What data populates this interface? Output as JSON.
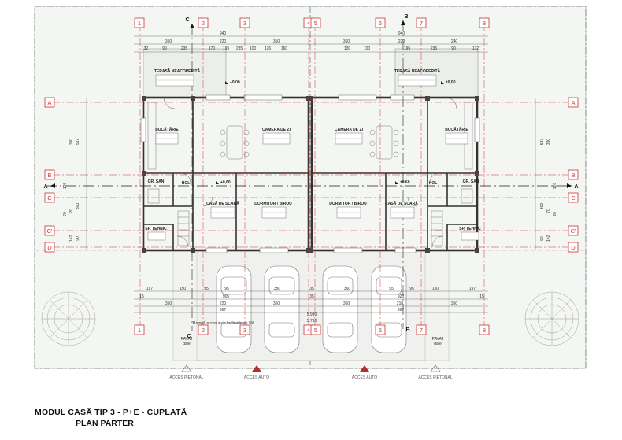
{
  "title": "MODUL CASĂ TIP 3 - P+E - CUPLATĂ",
  "subtitle": "PLAN PARTER",
  "grid_columns": [
    "1",
    "2",
    "3",
    "4",
    "5",
    "6",
    "7",
    "8"
  ],
  "grid_rows": [
    "A",
    "B",
    "C",
    "C'",
    "D"
  ],
  "section_marks": {
    "c": "C",
    "b": "B",
    "a": "A"
  },
  "rooms": {
    "terrace_left": "TERASĂ NEACOPERITĂ",
    "terrace_right": "TERASĂ NEACOPERITĂ",
    "kitchen_left": "BUCĂTĂRIE",
    "kitchen_right": "BUCĂTĂRIE",
    "living_left": "CAMERA DE ZI",
    "living_right": "CAMERA DE ZI",
    "bath_left": "GR. SAN",
    "bath_right": "GR. SAN",
    "hall_left": "HOL",
    "hall_right": "HOL",
    "stair_left": "CASĂ DE SCARĂ",
    "stair_right": "CASĂ DE SCARĂ",
    "bedroom_left": "DORMITOR / BIROU",
    "bedroom_right": "DORMITOR / BIROU",
    "tech_left": "SP. TEHNIC",
    "tech_right": "SP. TEHNIC"
  },
  "levels": {
    "terrace_left": "+0,00",
    "terrace_right": "±0,00",
    "hall_left": "+0,60",
    "hall_right": "±0,60"
  },
  "top_dims": {
    "total": "940",
    "row1": [
      "350",
      "220",
      "350",
      "360",
      "220",
      "240"
    ],
    "row2": [
      "132",
      "90",
      "235",
      "170",
      "195",
      "235",
      "100",
      "126",
      "160",
      "130",
      "100",
      "195",
      "235",
      "90",
      "132"
    ]
  },
  "bottom_dims": {
    "row1": [
      "197",
      "150",
      "95",
      "95",
      "350",
      "35",
      "360",
      "95",
      "95",
      "150",
      "197"
    ],
    "row2": [
      "15",
      "905",
      "35",
      "920",
      "15"
    ],
    "row3": [
      "350",
      "220",
      "350",
      "360",
      "210",
      "350"
    ],
    "row4": [
      "967",
      "967"
    ],
    "axis": "5.930",
    "ramp_dim": "5.730"
  },
  "left_dims": [
    "537",
    "390",
    "176",
    "300",
    "20",
    "70",
    "90",
    "142"
  ],
  "right_dims": [
    "537",
    "390",
    "176",
    "300",
    "70",
    "20",
    "90",
    "142"
  ],
  "ramp_note": "Rampă acces auto înclinație de 5%",
  "pavaj": "PAVAJ",
  "pavaj_sub": "dale",
  "access": [
    "ACCES PIETONAL",
    "ACCES AUTO",
    "ACCES AUTO",
    "ACCES PIETONAL"
  ],
  "colors": {
    "grid": "#cc3333",
    "wall": "#333333",
    "dim": "#444444",
    "site": "#c8d0c8"
  }
}
